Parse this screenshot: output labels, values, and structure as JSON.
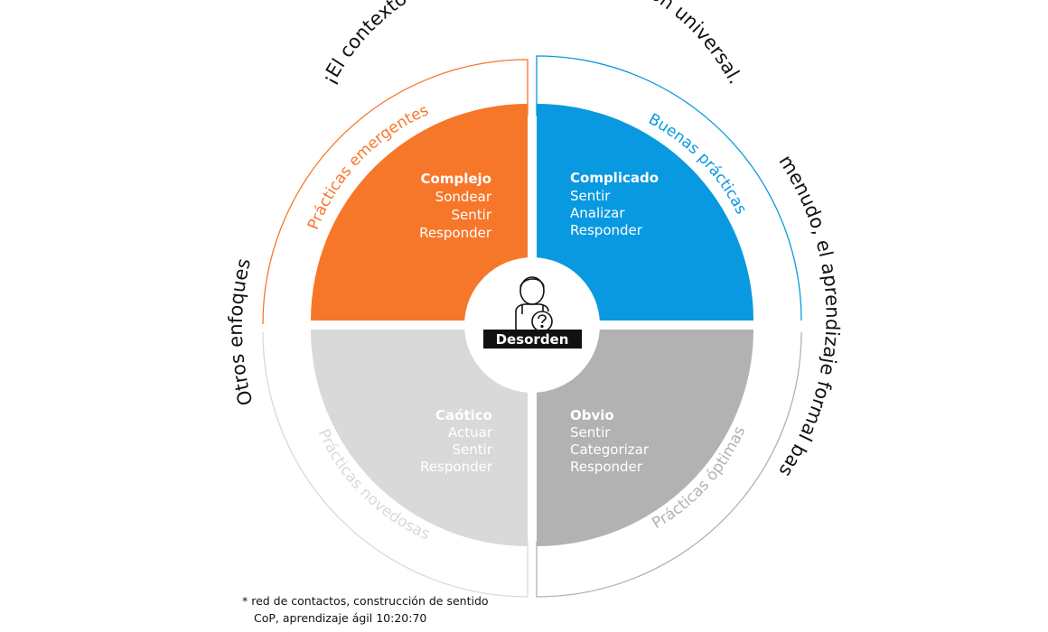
{
  "headers": {
    "top": "¡El contexto cuenta! No hay una solución universal.",
    "right": "A menudo, el aprendizaje formal basta",
    "left": "Otros enfoques*"
  },
  "quadrants": {
    "complejo": {
      "label": "Prácticas emergentes",
      "title": "Complejo",
      "steps": [
        "Sondear",
        "Sentir",
        "Responder"
      ],
      "color": "#f7772a"
    },
    "complicado": {
      "label": "Buenas prácticas",
      "title": "Complicado",
      "steps": [
        "Sentir",
        "Analizar",
        "Responder"
      ],
      "color": "#0899e0"
    },
    "caotico": {
      "label": "Prácticas novedosas",
      "title": "Caótico",
      "steps": [
        "Actuar",
        "Sentir",
        "Responder"
      ],
      "color": "#d9d9d9"
    },
    "obvio": {
      "label": "Prácticas óptimas",
      "title": "Obvio",
      "steps": [
        "Sentir",
        "Categorizar",
        "Responder"
      ],
      "color": "#b2b2b2"
    }
  },
  "center": {
    "label": "Desorden",
    "icon": "confused-person-icon"
  },
  "footnote": {
    "line1": "* red de contactos, construcción de sentido",
    "line2": "CoP, aprendizaje ágil 10:20:70"
  }
}
